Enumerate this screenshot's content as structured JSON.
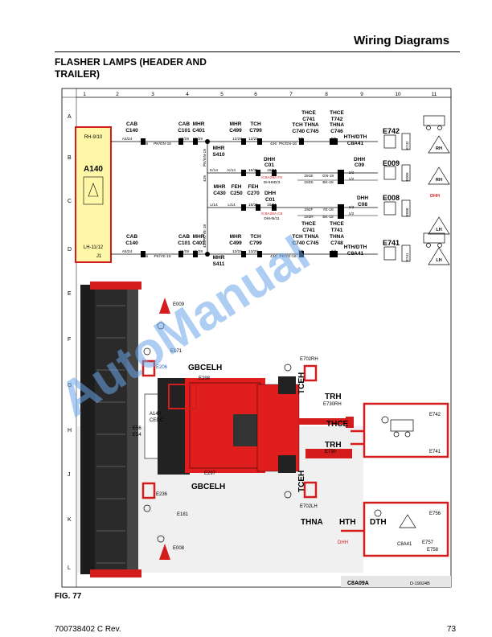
{
  "header": {
    "section": "Wiring Diagrams"
  },
  "title": {
    "line1": "FLASHER LAMPS (HEADER AND",
    "line2": "TRAILER)"
  },
  "figure": {
    "label": "FIG. 77"
  },
  "footer": {
    "doc": "700738402 C Rev.",
    "page": "73"
  },
  "grid": {
    "cols": [
      "1",
      "2",
      "3",
      "4",
      "5",
      "6",
      "7",
      "8",
      "9",
      "10",
      "11"
    ],
    "rows": [
      "A",
      "B",
      "C",
      "D",
      "E",
      "F",
      "G",
      "H",
      "J",
      "K",
      "L"
    ]
  },
  "module": {
    "id": "A140",
    "top_label": "RH-9/10",
    "bottom_label": "LH-11/12",
    "pin": "J1"
  },
  "connectors": {
    "cab_c140_top": [
      "CAB",
      "C140"
    ],
    "cab_c101_top": [
      "CAB",
      "C101"
    ],
    "mhr_c401_top": [
      "MHR",
      "C401"
    ],
    "mhr_c499_top": [
      "MHR",
      "C499"
    ],
    "tch_c799_top": [
      "TCH",
      "C799"
    ],
    "thce_c741": [
      "THCE",
      "C741"
    ],
    "thce_t742": [
      "THCE",
      "T742"
    ],
    "tch_thna_c740": [
      "TCH THNA",
      "C740 C745"
    ],
    "thna_c746": [
      "THNA",
      "C746"
    ],
    "hth_dth": [
      "HTH/DTH",
      "C8A41"
    ],
    "mhr_s410": [
      "MHR",
      "S410"
    ],
    "dhh_c01_a": [
      "DHH",
      "C01"
    ],
    "dhh_c09": [
      "DHH",
      "C09"
    ],
    "mhr_c430": [
      "MHR",
      "C430"
    ],
    "feh_c250": [
      "FEH",
      "C250"
    ],
    "feh_c270": [
      "FEH",
      "C270"
    ],
    "dhh_c01_b": [
      "DHH",
      "C01"
    ],
    "dhh_c08": [
      "DHH",
      "C08"
    ],
    "cab_c140_bot": [
      "CAB",
      "C140"
    ],
    "cab_c101_bot": [
      "CAB",
      "C101"
    ],
    "mhr_c401_bot": [
      "MHR",
      "C401"
    ],
    "mhr_c499_bot": [
      "MHR",
      "C499"
    ],
    "tch_c799_bot": [
      "TCH",
      "C799"
    ],
    "thce_c741_b": [
      "THCE",
      "C741"
    ],
    "thce_t741": [
      "THCE",
      "T741"
    ],
    "tch_thna_c740_b": [
      "TCH THNA",
      "C740 C745"
    ],
    "thna_c748": [
      "THNA",
      "C748"
    ],
    "hth_dth_b": [
      "HTH/DTH",
      "C8A41"
    ],
    "mhr_s411": [
      "MHR",
      "S411"
    ]
  },
  "wires": {
    "top_a": "A3/24",
    "top_426": "426",
    "top_pkgn": "PK/GN-16",
    "top_2829a": "28/29",
    "top_2829b": "28/29",
    "top_1229": "12/29",
    "top_1229b": "12/29",
    "top_426b": "426",
    "top_pkgn_b": "PK/GN-16",
    "top_79": "7/9",
    "top_57": "5/7",
    "bot_a": "A5/24",
    "bot_436": "436",
    "bot_pkye": "PK/YE-16",
    "bot_2529a": "25/29",
    "bot_2529b": "25/29",
    "bot_1329": "13/29",
    "bot_1329b": "13/29",
    "bot_436b": "436",
    "bot_pkye_b": "PK/YE-16",
    "bot_79": "7/9",
    "bot_37": "3/7",
    "v_pkgn": "PK/GN-18",
    "v_pkye": "PK/YE-18",
    "v_426": "426",
    "v_436": "436",
    "b_k14": "K/14",
    "b_k14b": "K/14",
    "b_1631": "16/31",
    "b_1631b": "16/31",
    "b_291e": "291E",
    "b_gn18": "GN-18",
    "b_193s": "193S",
    "b_bk18": "BK-18",
    "b_22": "2/2",
    "b_12": "1/2",
    "b_csa": "/C8A28A F9",
    "b_dhh": "DHH5D/3",
    "c_l14": "L/14",
    "c_l14b": "L/14",
    "c_1631": "16/31",
    "c_1631b": "16/31",
    "c_292f": "292F",
    "c_ye18": "YE-18",
    "c_193r": "193R",
    "c_bk18": "BK-18",
    "c_22": "2/2",
    "c_12": "1/2",
    "c_csa": "/C8A28A C8",
    "c_dhh": "DHH5/11"
  },
  "lamps": {
    "e742": "E742",
    "e009_top": "E009",
    "e008_top": "E008",
    "e741": "E741",
    "rh": "RH",
    "lh": "LH",
    "dhh": "DHH",
    "e742_v": "E742",
    "e009_v": "E009",
    "e008_v": "E008",
    "e741_v": "E741"
  },
  "machine": {
    "e009": "E009",
    "e171": "E171",
    "e206": "E206",
    "gbcelh_top": "GBCELH",
    "e298": "E298",
    "a140": "A140",
    "cedc": "CEDC",
    "e5": "E56",
    "e54": "E54",
    "e297": "E297",
    "gbcelh_bot": "GBCELH",
    "e236": "E236",
    "e181": "E181",
    "e008": "E008",
    "e702rh": "E702RH",
    "tceh_top": "TCEH",
    "trh": "TRH",
    "e730rh": "E730RH",
    "thce": "THCE",
    "trh2": "TRH",
    "e730": "E730",
    "tceh_bot": "TCEH",
    "e702lh": "E702LH",
    "thna": "THNA",
    "hth": "HTH",
    "dth": "DTH",
    "dhh": "DHH",
    "box1_e742": "E742",
    "box1_e741": "E741",
    "box2_e756": "E756",
    "box2_e757": "E757",
    "box2_e758": "E758",
    "box2_c8a41": "C8A41"
  },
  "diagram_ref": {
    "code": "C8A09A",
    "drawing": "D-19024B"
  },
  "watermark": {
    "text": "AutoManual"
  },
  "colors": {
    "red": "#d41c1c",
    "darkred": "#8b0000",
    "yellow": "#fff7a8",
    "machine_red": "#e01e1e",
    "watermark": "#6aa6e8"
  }
}
